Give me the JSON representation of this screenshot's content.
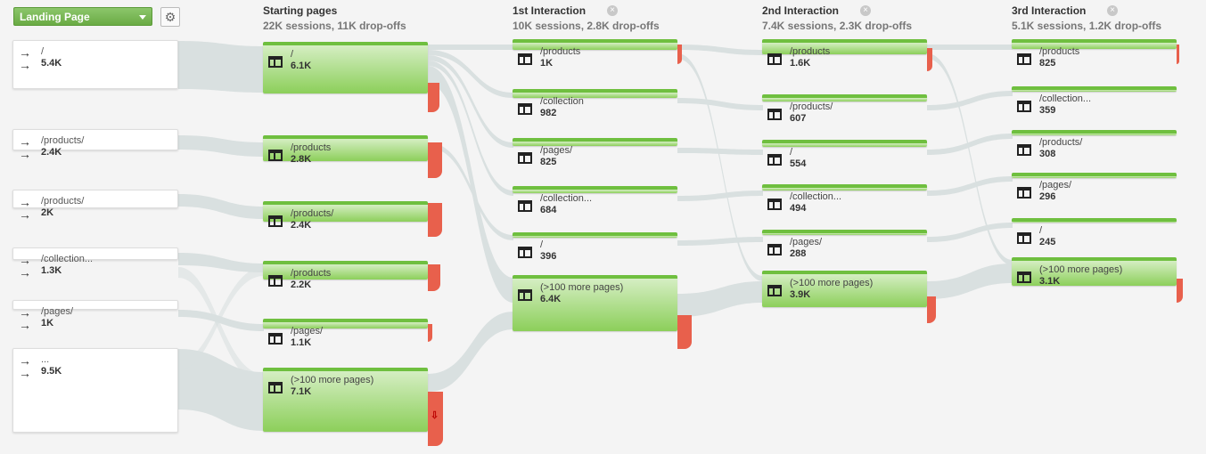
{
  "toolbar": {
    "dimension_label": "Landing Page",
    "settings_icon": "gear-icon"
  },
  "columns": [
    {
      "title": "Starting pages",
      "subtitle": "22K sessions, 11K drop-offs"
    },
    {
      "title": "1st Interaction",
      "subtitle": "10K sessions, 2.8K drop-offs"
    },
    {
      "title": "2nd Interaction",
      "subtitle": "7.4K sessions, 2.3K drop-offs"
    },
    {
      "title": "3rd Interaction",
      "subtitle": "5.1K sessions, 1.2K drop-offs"
    }
  ],
  "sources": [
    {
      "label": "/",
      "value": "5.4K"
    },
    {
      "label": "/products/",
      "value": "2.4K"
    },
    {
      "label": "/products/",
      "value": "2K"
    },
    {
      "label": "/collection...",
      "value": "1.3K"
    },
    {
      "label": "/pages/",
      "value": "1K"
    },
    {
      "label": "...",
      "value": "9.5K"
    }
  ],
  "starting_pages": [
    {
      "label": "/",
      "value": "6.1K"
    },
    {
      "label": "/products",
      "value": "2.8K"
    },
    {
      "label": "/products/",
      "value": "2.4K"
    },
    {
      "label": "/products",
      "value": "2.2K"
    },
    {
      "label": "/pages/",
      "value": "1.1K"
    },
    {
      "label": "(>100 more pages)",
      "value": "7.1K"
    }
  ],
  "first_interaction": [
    {
      "label": "/products",
      "value": "1K"
    },
    {
      "label": "/collection",
      "value": "982"
    },
    {
      "label": "/pages/",
      "value": "825"
    },
    {
      "label": "/collection...",
      "value": "684"
    },
    {
      "label": "/",
      "value": "396"
    },
    {
      "label": "(>100 more pages)",
      "value": "6.4K"
    }
  ],
  "second_interaction": [
    {
      "label": "/products",
      "value": "1.6K"
    },
    {
      "label": "/products/",
      "value": "607"
    },
    {
      "label": "/",
      "value": "554"
    },
    {
      "label": "/collection...",
      "value": "494"
    },
    {
      "label": "/pages/",
      "value": "288"
    },
    {
      "label": "(>100 more pages)",
      "value": "3.9K"
    }
  ],
  "third_interaction": [
    {
      "label": "/products",
      "value": "825"
    },
    {
      "label": "/collection...",
      "value": "359"
    },
    {
      "label": "/products/",
      "value": "308"
    },
    {
      "label": "/pages/",
      "value": "296"
    },
    {
      "label": "/",
      "value": "245"
    },
    {
      "label": "(>100 more pages)",
      "value": "3.1K"
    }
  ],
  "colors": {
    "node_green": "#8ccf5a",
    "dropoff_red": "#e8604c",
    "flow_gray": "#d3dcdc"
  },
  "icons": {
    "source_icon": "arrow-entry-icon",
    "node_icon": "page-table-icon",
    "dropoff_icon": "down-arrow-icon"
  }
}
